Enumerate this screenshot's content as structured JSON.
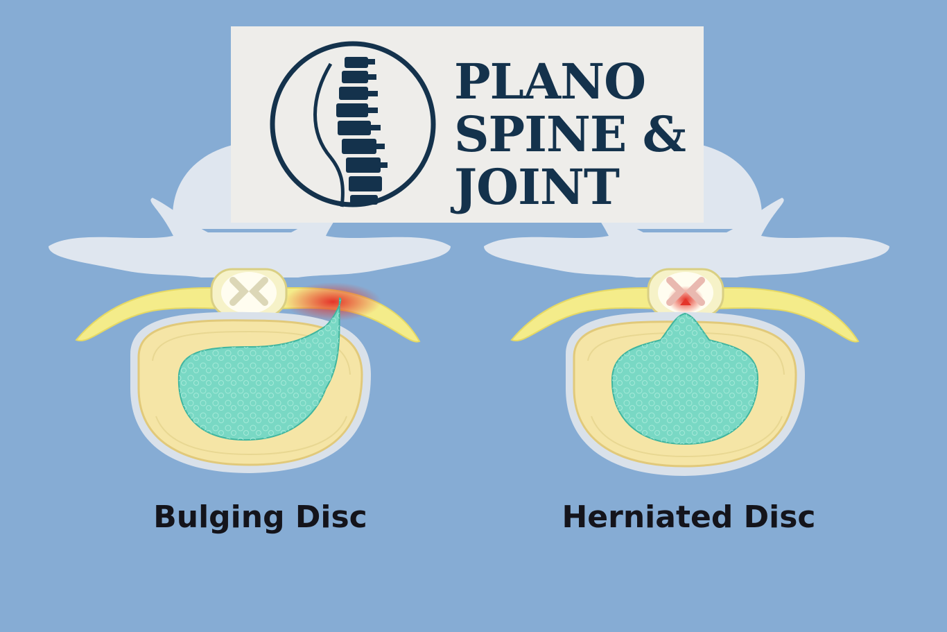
{
  "brand": {
    "lines": [
      "PLANO",
      "SPINE &",
      "JOINT"
    ],
    "color": "#14324c",
    "icon": "spine-circle-icon"
  },
  "panels": [
    {
      "caption": "Bulging Disc",
      "icon": "bulging-disc-cross-section"
    },
    {
      "caption": "Herniated Disc",
      "icon": "herniated-disc-cross-section"
    }
  ],
  "colors": {
    "background": "#86acd4",
    "logo_background": "#eeedea",
    "nucleus": "#79d8c4",
    "annulus": "#f5e5a6",
    "nerve": "#f4ec8a",
    "inflammation": "#e4352a"
  }
}
